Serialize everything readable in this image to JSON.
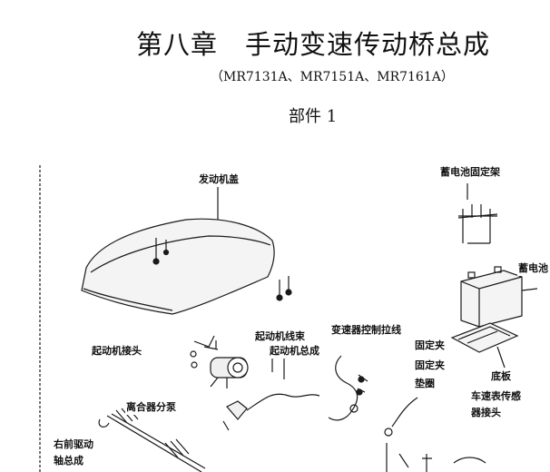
{
  "page": {
    "title": "第八章　手动变速传动桥总成",
    "subtitle": "（MR7131A、MR7151A、MR7161A）",
    "section": "部件 1"
  },
  "diagram": {
    "labels": {
      "hood": "发动机盖",
      "battery_bracket": "蓄电池固定架",
      "battery": "蓄电池",
      "starter_harness": "起动机线束",
      "starter_connector": "起动机接头",
      "starter_assembly": "起动机总成",
      "shift_cable": "变速器控制拉线",
      "clamp_1": "固定夹",
      "clamp_2": "固定夹",
      "washer": "垫圈",
      "tray": "底板",
      "clutch_pump": "离合器分泵",
      "speed_sensor_connector": "车速表传感器接头",
      "front_right_driveshaft": "右前驱动轴总成"
    }
  }
}
